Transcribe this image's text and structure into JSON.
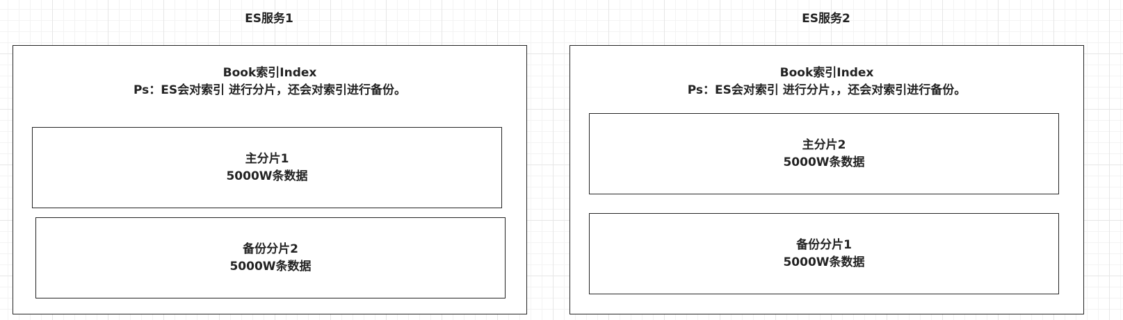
{
  "servers": [
    {
      "title": "ES服务1",
      "index_name": "Book索引Index",
      "index_note": "Ps：ES会对索引 进行分片，还会对索引进行备份。",
      "shards": [
        {
          "name": "主分片1",
          "count": "5000W条数据"
        },
        {
          "name": "备份分片2",
          "count": "5000W条数据"
        }
      ]
    },
    {
      "title": "ES服务2",
      "index_name": "Book索引Index",
      "index_note": "Ps：ES会对索引 进行分片，，还会对索引进行备份。",
      "shards": [
        {
          "name": "主分片2",
          "count": "5000W条数据"
        },
        {
          "name": "备份分片1",
          "count": "5000W条数据"
        }
      ]
    }
  ]
}
